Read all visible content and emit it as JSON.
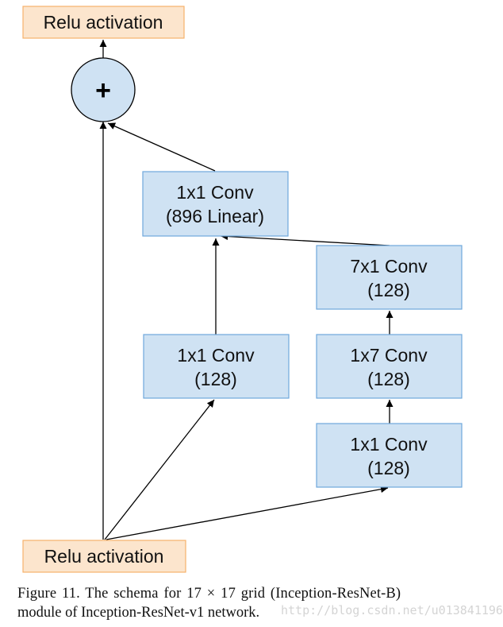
{
  "diagram": {
    "colors": {
      "conv_fill": "#cfe2f3",
      "conv_stroke": "#6fa8dc",
      "relu_fill": "#fce5cd",
      "relu_stroke": "#f6b26b",
      "add_fill": "#cfe2f3",
      "edge": "#000000"
    },
    "nodes": {
      "relu_top": {
        "label": "Relu activation"
      },
      "add": {
        "label": "+"
      },
      "conv_1x1_linear": {
        "line1": "1x1 Conv",
        "line2": "(896 Linear)"
      },
      "conv_7x1": {
        "line1": "7x1 Conv",
        "line2": "(128)"
      },
      "conv_1x1_left": {
        "line1": "1x1 Conv",
        "line2": "(128)"
      },
      "conv_1x7": {
        "line1": "1x7 Conv",
        "line2": "(128)"
      },
      "conv_1x1_right": {
        "line1": "1x1 Conv",
        "line2": "(128)"
      },
      "relu_bottom": {
        "label": "Relu activation"
      }
    }
  },
  "caption": {
    "line1": "Figure 11. The schema for 17 × 17 grid (Inception-ResNet-B)",
    "line2": "module of Inception-ResNet-v1 network."
  },
  "watermark": "http://blog.csdn.net/u013841196"
}
